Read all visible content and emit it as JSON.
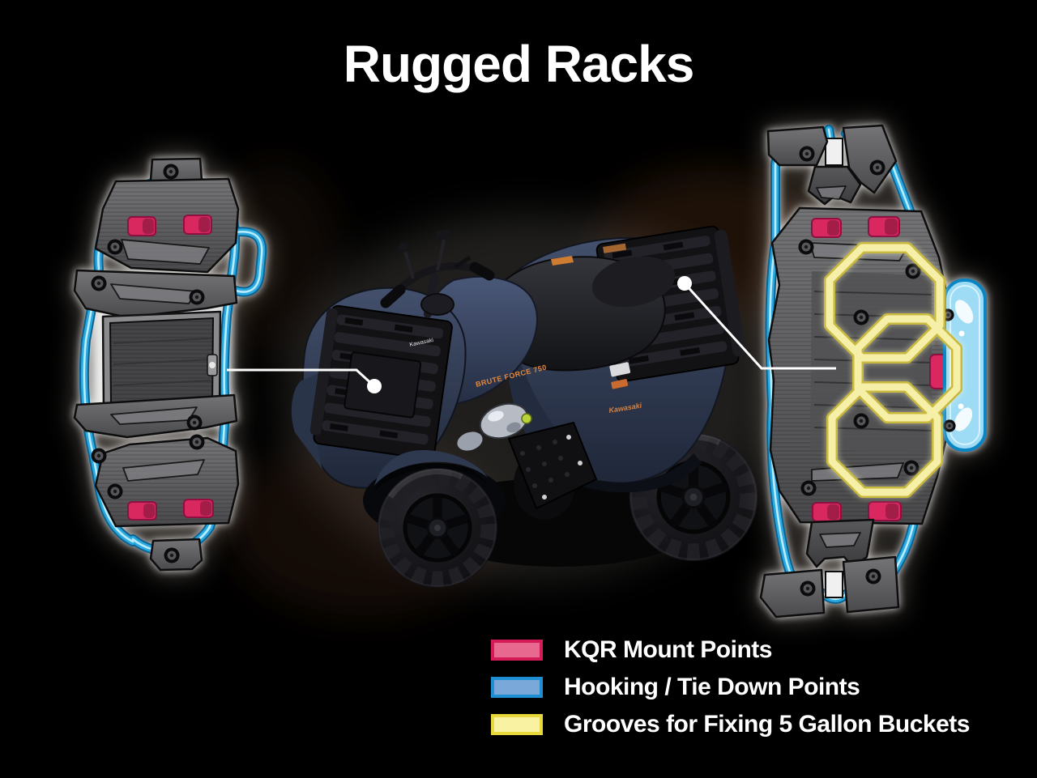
{
  "title": "Rugged Racks",
  "legend": {
    "items": [
      {
        "id": "kqr-mount-points",
        "label": "KQR Mount Points",
        "swatch_fill": "#e8698f",
        "swatch_border": "#d41a57"
      },
      {
        "id": "tie-down-points",
        "label": "Hooking / Tie Down Points",
        "swatch_fill": "#7aa8d8",
        "swatch_border": "#1e8fd2"
      },
      {
        "id": "bucket-grooves",
        "label": "Grooves for Fixing 5 Gallon Buckets",
        "swatch_fill": "#f8f2a2",
        "swatch_border": "#e8d83c"
      }
    ]
  },
  "colors": {
    "background": "#000000",
    "title_text": "#ffffff",
    "legend_text": "#ffffff",
    "kqr_mount": "#d9275f",
    "tie_down_tube": "#2aa9e1",
    "tie_down_tube_edge": "#0a6390",
    "tie_down_tube_highlight": "#c2efff",
    "bucket_groove": "#f6efa8",
    "bucket_groove_edge": "#c9b93f",
    "rack_plate": "#5a5a5c",
    "callout_line": "#ffffff",
    "atv_body": "#333e57"
  },
  "atv": {
    "decals": {
      "tank": "BRUTE FORCE 750",
      "brand": "Kawasaki"
    }
  }
}
